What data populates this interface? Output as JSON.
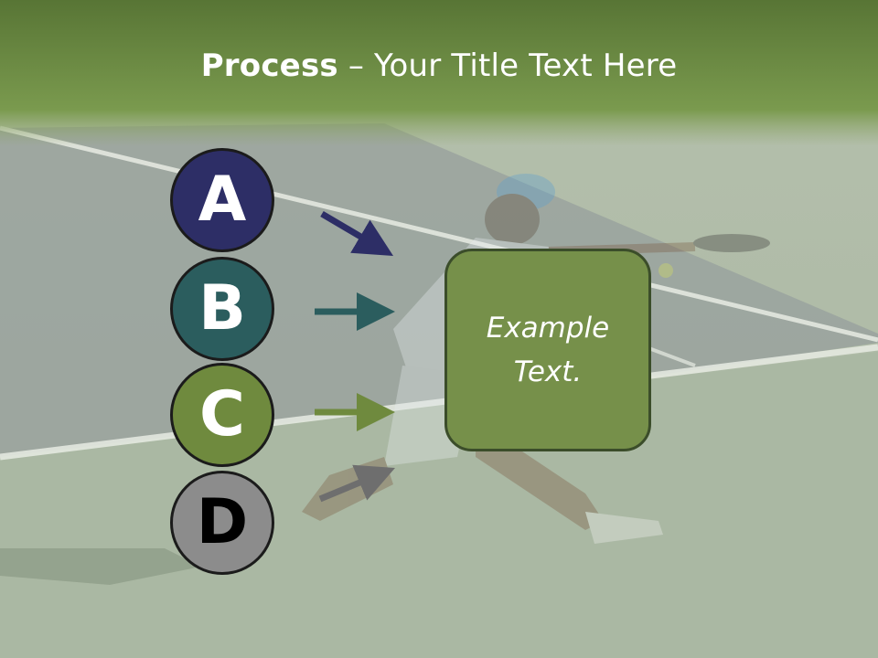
{
  "title": {
    "bold": "Process",
    "rest": " – Your Title Text Here"
  },
  "steps": [
    {
      "letter": "A",
      "color": "#2d2e66",
      "text_color": "#ffffff",
      "arrow_color": "#2d2e66"
    },
    {
      "letter": "B",
      "color": "#2b5d5e",
      "text_color": "#ffffff",
      "arrow_color": "#2b5d5e"
    },
    {
      "letter": "C",
      "color": "#6f8a3e",
      "text_color": "#ffffff",
      "arrow_color": "#6f8a3e"
    },
    {
      "letter": "D",
      "color": "#8c8c8c",
      "text_color": "#000000",
      "arrow_color": "#6e6e6e"
    }
  ],
  "result_box": {
    "line1": "Example",
    "line2": "Text.",
    "color": "#76904a"
  },
  "colors": {
    "header_top": "#5c7a38",
    "header_bottom": "#7a9a4e",
    "court_dark": "#9aa39a",
    "court_light": "#b2bcaa"
  }
}
